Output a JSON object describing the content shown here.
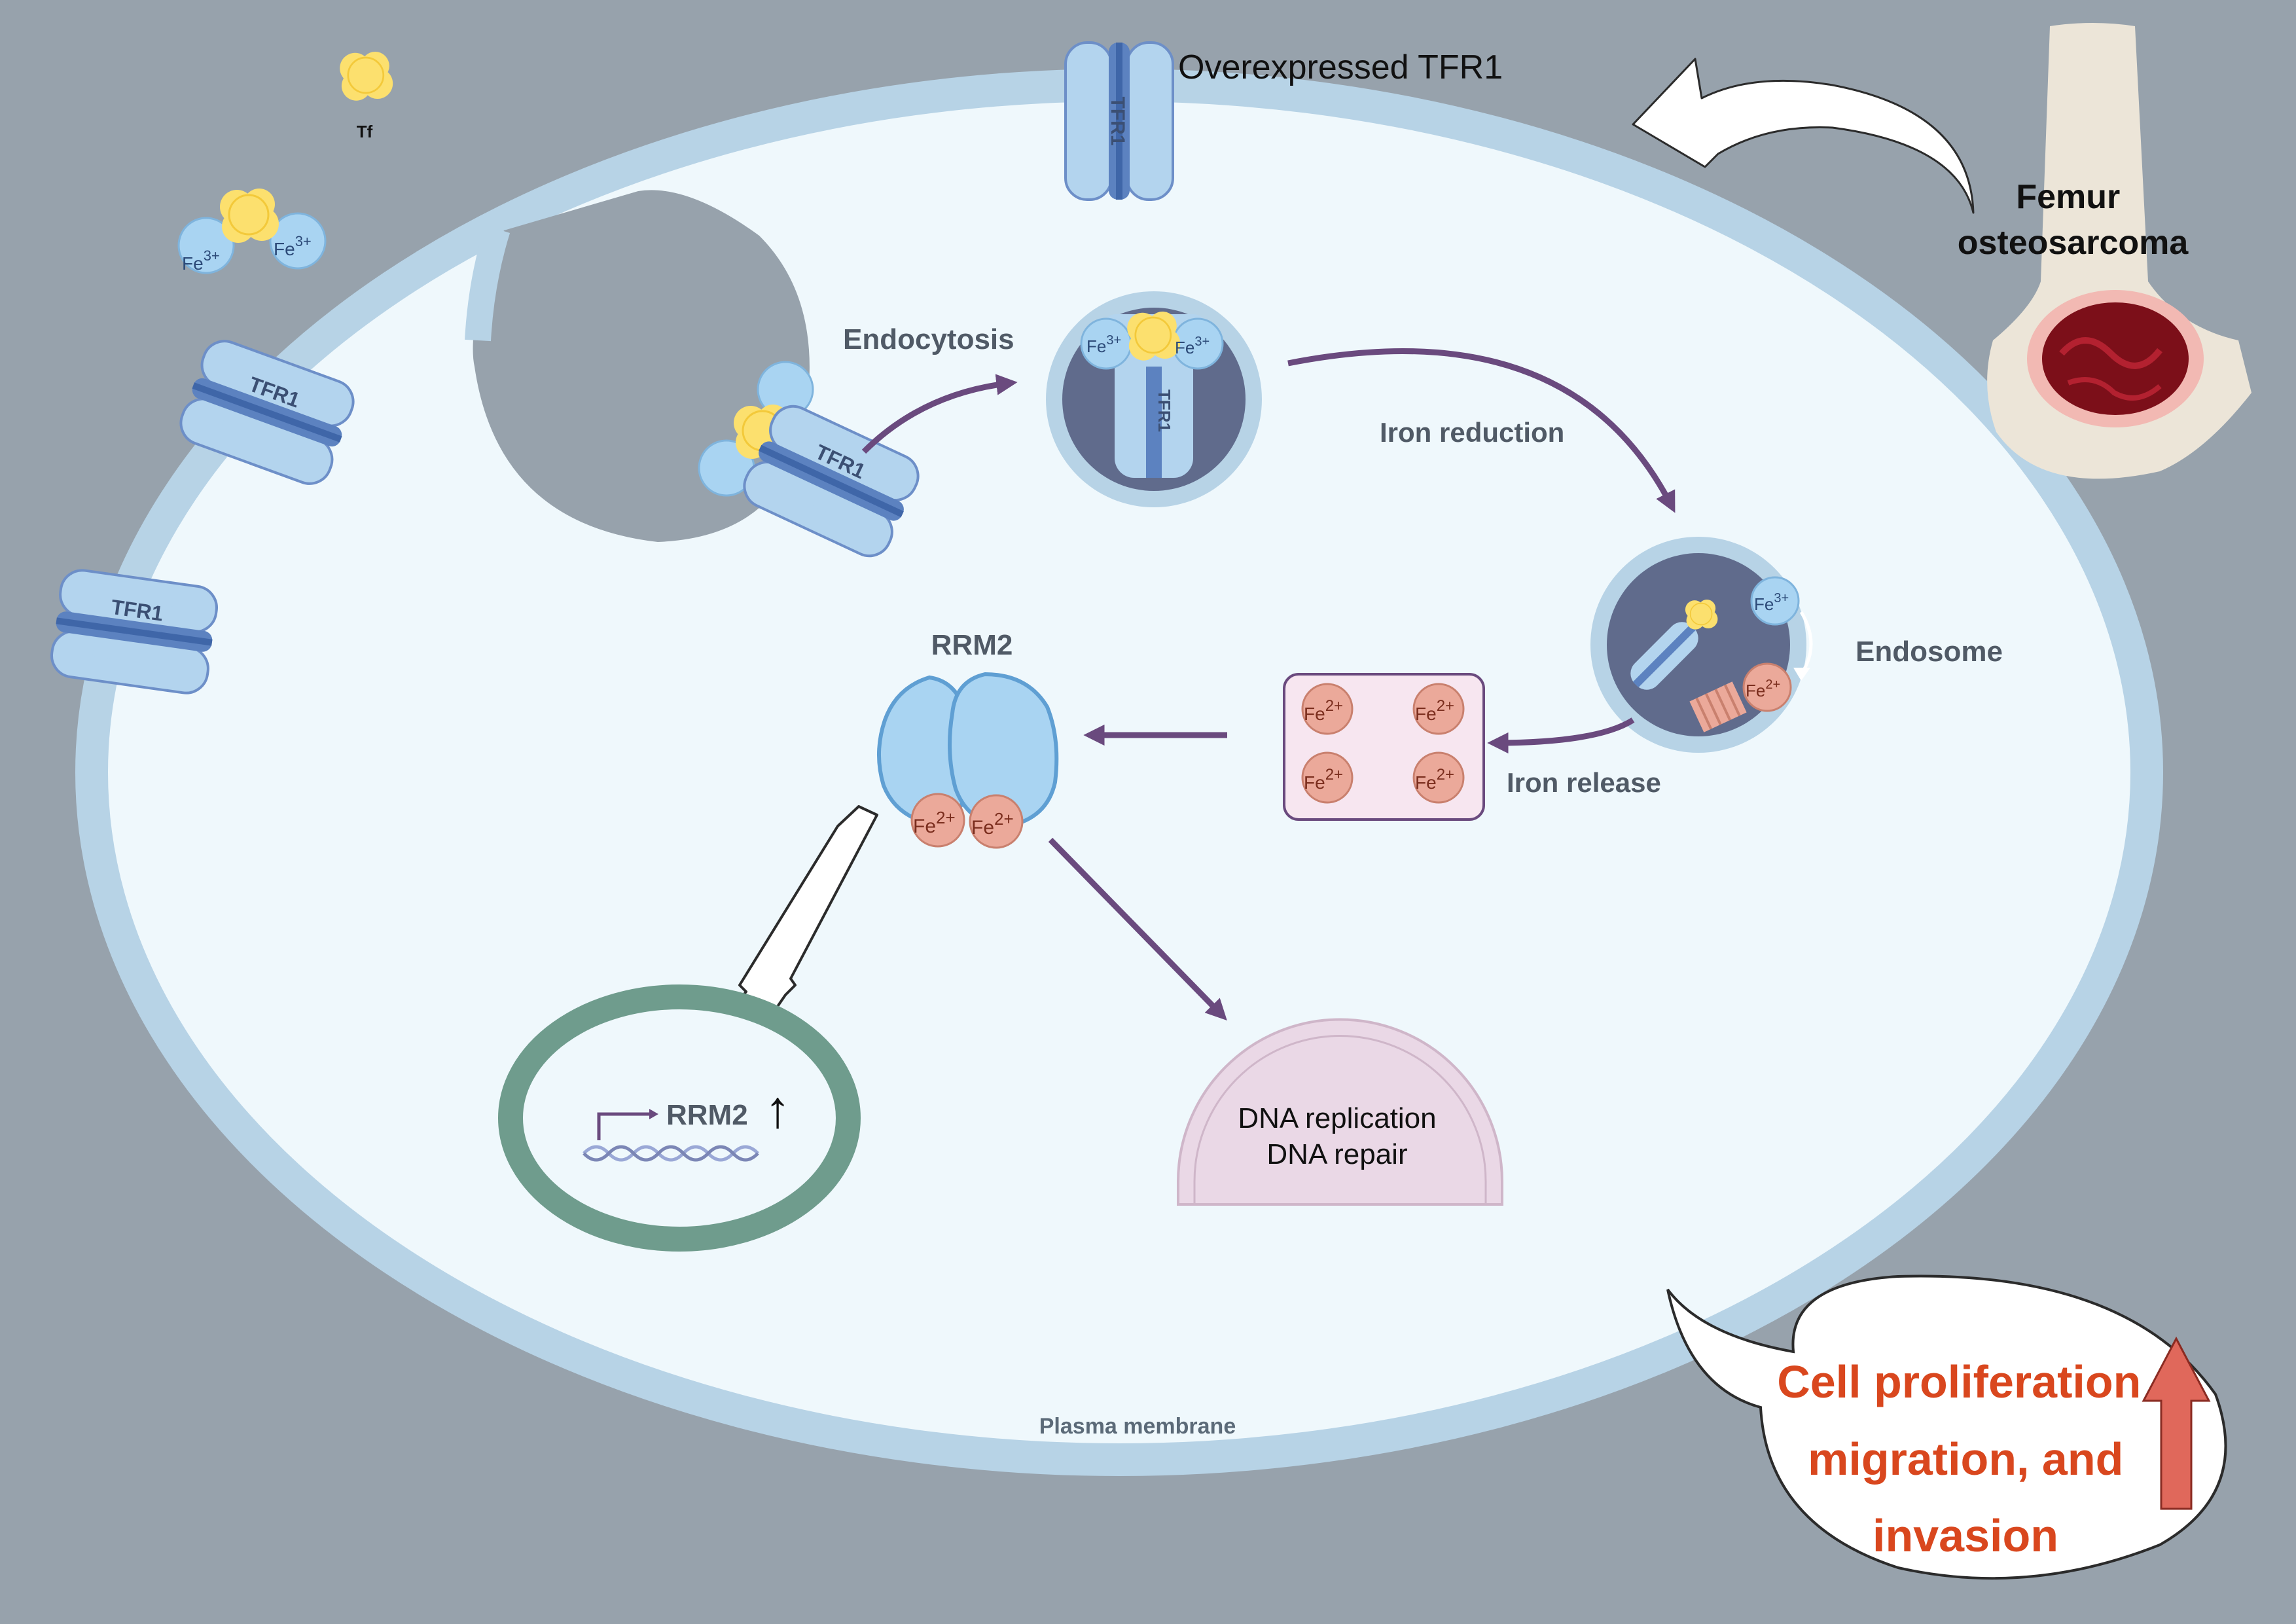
{
  "labels": {
    "tf": "Tf",
    "overexpressed_tfr1": "Overexpressed TFR1",
    "femur_line1": "Femur",
    "femur_line2": "osteosarcoma",
    "endocytosis": "Endocytosis",
    "iron_reduction": "Iron reduction",
    "endosome": "Endosome",
    "iron_release": "Iron release",
    "rrm2_protein": "RRM2",
    "rrm2_gene": "RRM2",
    "dna_replication": "DNA replication",
    "dna_repair": "DNA repair",
    "plasma_membrane": "Plasma membrane",
    "outcome_line1": "Cell proliferation",
    "outcome_line2": "migration, and",
    "outcome_line3": "invasion",
    "tfr1": "TFR1",
    "fe3_base": "Fe",
    "fe3_charge": "3+",
    "fe2_base": "Fe",
    "fe2_charge": "2+",
    "up_arrow": "↑"
  },
  "colors": {
    "background": "#97a2ac",
    "cytoplasm": "#eff8fc",
    "membrane": "#b7d3e6",
    "receptor_light": "#b3d4ee",
    "receptor_dark": "#5c82c0",
    "transferrin": "#fce06e",
    "fe3": "#a9d4f2",
    "fe2": "#eba99a",
    "pathway_arrow": "#6a4a7e",
    "endosome_core": "#606b8c",
    "nucleus_ring": "#6f9c8d",
    "dna_region": "#ead8e6",
    "outcome_text": "#d9471e",
    "outcome_arrow": "#e0685b",
    "tumor": "#7c0f19"
  }
}
